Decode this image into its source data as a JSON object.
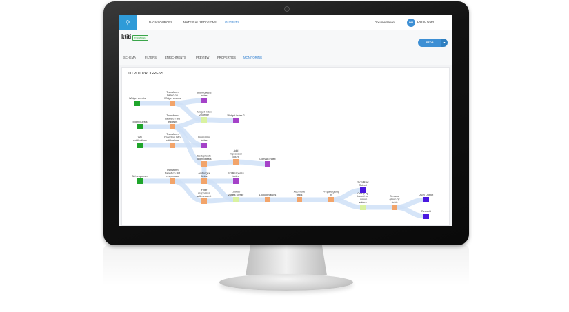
{
  "nav": {
    "logo": "⚲",
    "tabs": [
      "DATA SOURCES",
      "MATERIALIZED VIEWS",
      "OUTPUTS"
    ],
    "active_tab": "OUTPUTS",
    "documentation": "Documentation",
    "user_initials": "DU",
    "user_name": "Demo User"
  },
  "pipeline": {
    "name": "ktiti",
    "status": "RUNNING",
    "stop_label": "STOP",
    "caret": "▾"
  },
  "subtabs": [
    "SCHEMA",
    "FILTERS",
    "ENRICHMENTS",
    "PREVIEW",
    "PROPERTIES",
    "MONITORING"
  ],
  "active_subtab": "MONITORING",
  "panel": {
    "title": "OUTPUT PROGRESS"
  },
  "colors": {
    "source": "#1fa52b",
    "transform": "#f2a46a",
    "index": "#a542c8",
    "merge": "#d9f2a0",
    "output": "#4a18e0",
    "edge": "#cfe0f7"
  },
  "flow": {
    "nodes": [
      {
        "id": "n1",
        "label": [
          "Widget events"
        ],
        "kind": "source"
      },
      {
        "id": "n2",
        "label": [
          "Transform",
          "based on",
          "Widget events"
        ],
        "kind": "transform"
      },
      {
        "id": "n3",
        "label": [
          "Bid requests",
          "index"
        ],
        "kind": "index"
      },
      {
        "id": "n4",
        "label": [
          "Widget index",
          "2 Merge"
        ],
        "kind": "merge"
      },
      {
        "id": "n5",
        "label": [
          "Widget index 2"
        ],
        "kind": "index"
      },
      {
        "id": "n6",
        "label": [
          "Bid requests"
        ],
        "kind": "source"
      },
      {
        "id": "n7",
        "label": [
          "Transform",
          "based on Bid",
          "requests"
        ],
        "kind": "transform"
      },
      {
        "id": "n8",
        "label": [
          "Win",
          "notifications"
        ],
        "kind": "source"
      },
      {
        "id": "n9",
        "label": [
          "Transform",
          "based on Win",
          "notifications"
        ],
        "kind": "transform"
      },
      {
        "id": "n10",
        "label": [
          "Impression",
          "index"
        ],
        "kind": "index"
      },
      {
        "id": "n11",
        "label": [
          "Deduplicate",
          "Bid requests"
        ],
        "kind": "transform"
      },
      {
        "id": "n12",
        "label": [
          "Add",
          "impression",
          "count"
        ],
        "kind": "transform"
      },
      {
        "id": "n13",
        "label": [
          "Domain index"
        ],
        "kind": "index"
      },
      {
        "id": "n14",
        "label": [
          "Bid responses"
        ],
        "kind": "source"
      },
      {
        "id": "n15",
        "label": [
          "Transform",
          "based on Bid",
          "responses"
        ],
        "kind": "transform"
      },
      {
        "id": "n16",
        "label": [
          "Add regex",
          "fields"
        ],
        "kind": "transform"
      },
      {
        "id": "n17",
        "label": [
          "Bid Response",
          "index"
        ],
        "kind": "index"
      },
      {
        "id": "n18",
        "label": [
          "Filter",
          "responses",
          "with request"
        ],
        "kind": "transform"
      },
      {
        "id": "n19",
        "label": [
          "Lookup",
          "values Merge"
        ],
        "kind": "merge"
      },
      {
        "id": "n20",
        "label": [
          "Lookup values"
        ],
        "kind": "transform"
      },
      {
        "id": "n21",
        "label": [
          "Add more",
          "fields"
        ],
        "kind": "transform"
      },
      {
        "id": "n22",
        "label": [
          "Prepare group",
          "by"
        ],
        "kind": "transform"
      },
      {
        "id": "n23",
        "label": [
          "Json Raw",
          "Output"
        ],
        "kind": "output"
      },
      {
        "id": "n24",
        "label": [
          "Group by",
          "based on",
          "Lookup",
          "values"
        ],
        "kind": "merge"
      },
      {
        "id": "n25",
        "label": [
          "Rename",
          "group by",
          "fields"
        ],
        "kind": "transform"
      },
      {
        "id": "n26",
        "label": [
          "Json Output"
        ],
        "kind": "output"
      },
      {
        "id": "n27",
        "label": [
          "Redshift"
        ],
        "kind": "output"
      }
    ],
    "edges": [
      [
        "n1",
        "n2"
      ],
      [
        "n2",
        "n3"
      ],
      [
        "n2",
        "n4"
      ],
      [
        "n4",
        "n5"
      ],
      [
        "n6",
        "n7"
      ],
      [
        "n7",
        "n4"
      ],
      [
        "n7",
        "n10"
      ],
      [
        "n7",
        "n11"
      ],
      [
        "n8",
        "n9"
      ],
      [
        "n9",
        "n10"
      ],
      [
        "n11",
        "n12"
      ],
      [
        "n12",
        "n13"
      ],
      [
        "n14",
        "n15"
      ],
      [
        "n15",
        "n16"
      ],
      [
        "n15",
        "n18"
      ],
      [
        "n11",
        "n16"
      ],
      [
        "n16",
        "n17"
      ],
      [
        "n18",
        "n19"
      ],
      [
        "n16",
        "n19"
      ],
      [
        "n19",
        "n20"
      ],
      [
        "n20",
        "n21"
      ],
      [
        "n21",
        "n22"
      ],
      [
        "n22",
        "n23"
      ],
      [
        "n22",
        "n24"
      ],
      [
        "n24",
        "n25"
      ],
      [
        "n25",
        "n26"
      ],
      [
        "n25",
        "n27"
      ]
    ]
  }
}
